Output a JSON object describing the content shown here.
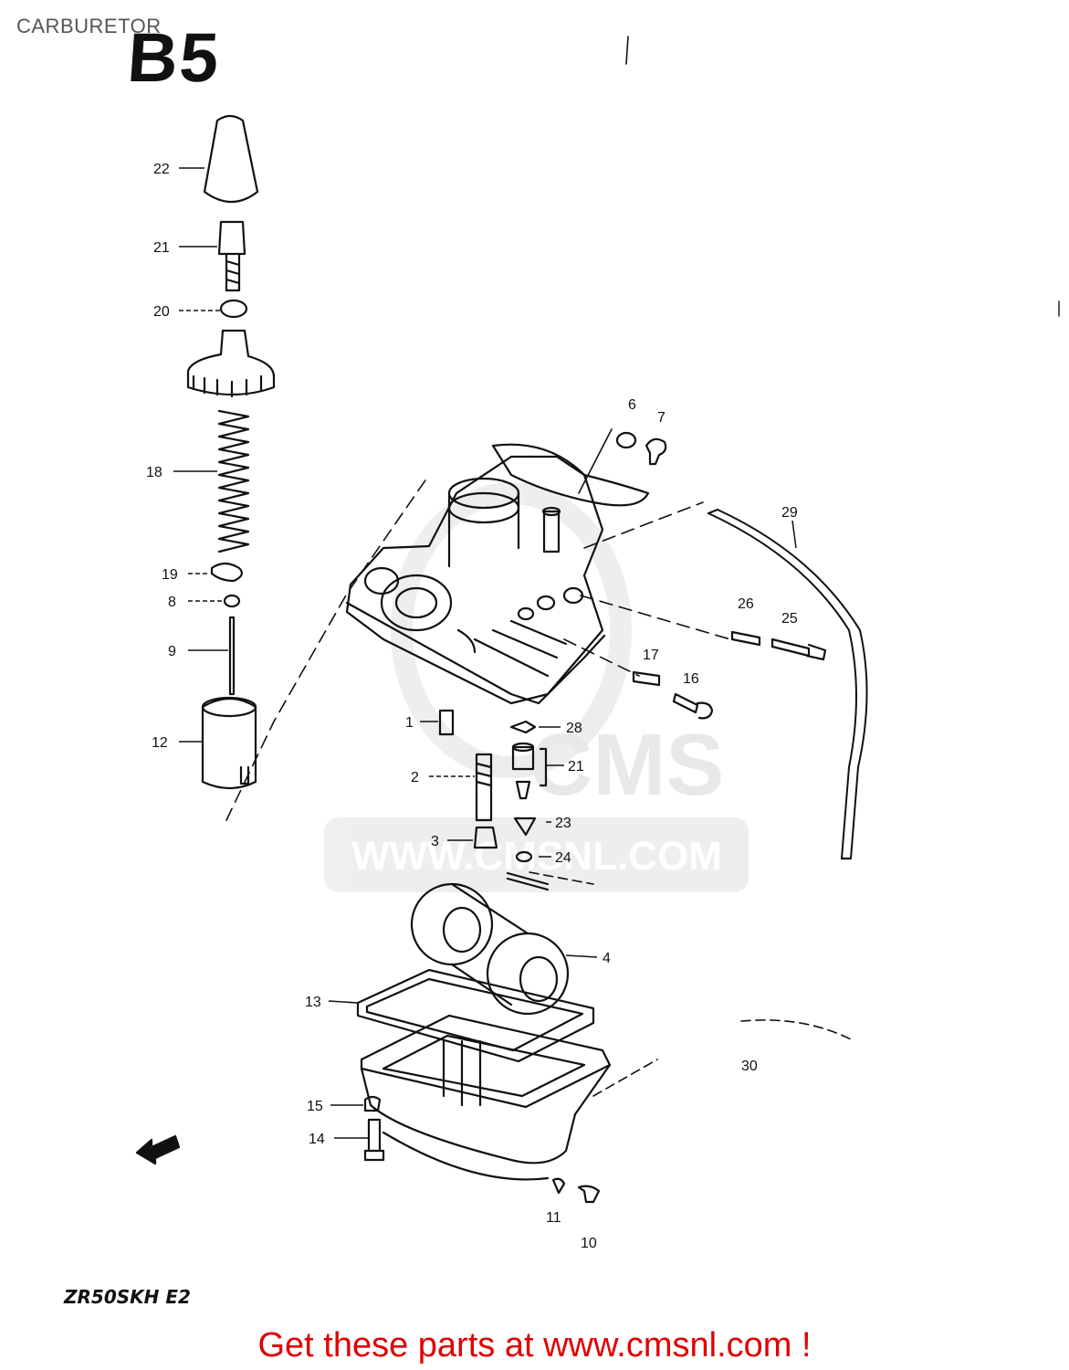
{
  "header": {
    "title": "CARBURETOR",
    "code": "B5"
  },
  "model_code": "ZR50SKH E2",
  "footer": {
    "text": "Get these parts at www.cmsnl.com !"
  },
  "watermark": {
    "brand": "CMS",
    "url": "WWW.CMSNL.COM"
  },
  "part_labels": {
    "p1": "1",
    "p2": "2",
    "p3": "3",
    "p4": "4",
    "p6": "6",
    "p7": "7",
    "p8": "8",
    "p9": "9",
    "p10": "10",
    "p11": "11",
    "p12": "12",
    "p13": "13",
    "p14": "14",
    "p15": "15",
    "p16": "16",
    "p17": "17",
    "p18": "18",
    "p19": "19",
    "p20": "20",
    "p21": "21",
    "p21b": "21",
    "p22": "22",
    "p23": "23",
    "p24": "24",
    "p25": "25",
    "p26": "26",
    "p28": "28",
    "p29": "29",
    "p30": "30"
  },
  "colors": {
    "footer_text": "#e00000",
    "line": "#111111",
    "watermark": "#e6e6e6"
  }
}
